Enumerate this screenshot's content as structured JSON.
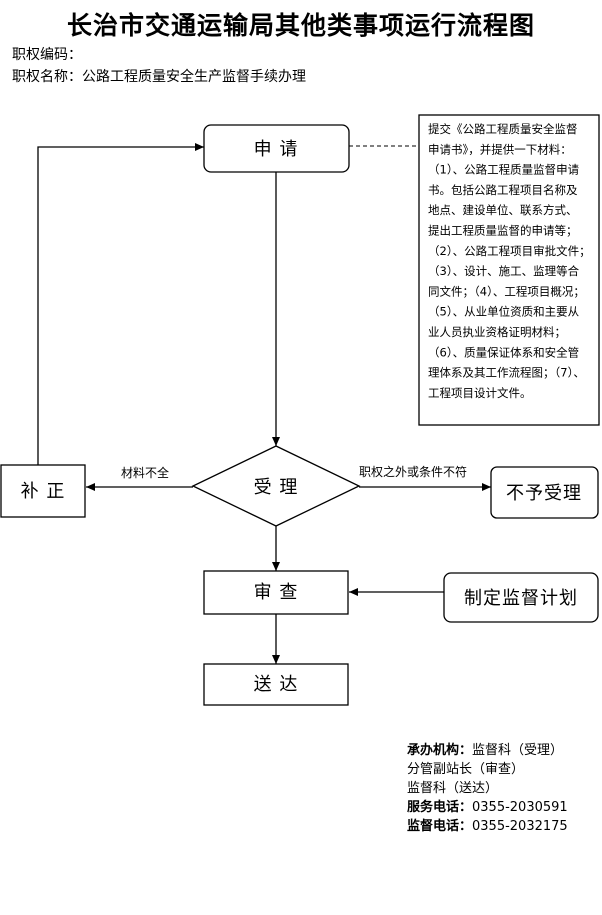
{
  "title": "长治市交通运输局其他类事项运行流程图",
  "meta": {
    "code_label": "职权编码：",
    "name_label": "职权名称：",
    "name_value": "公路工程质量安全生产监督手续办理"
  },
  "nodes": {
    "apply": "申  请",
    "accept": "受    理",
    "correct": "补    正",
    "reject": "不予受理",
    "review": "审    查",
    "plan": "制定监督计划",
    "deliver": "送    达"
  },
  "edge_labels": {
    "incomplete": "材料不全",
    "out_of_scope": "职权之外或条件不符"
  },
  "materials_note": [
    "提交《公路工程质量安全监督",
    "申请书》，并提供一下材料：",
    "（1）、公路工程质量监督申请",
    "书。包括公路工程项目名称及",
    "地点、建设单位、联系方式、",
    "提出工程质量监督的申请等；",
    "（2）、公路工程项目审批文件；",
    "（3）、设计、施工、监理等合",
    "同文件；（4）、工程项目概况；",
    "（5）、从业单位资质和主要从",
    "业人员执业资格证明材料；",
    "（6）、质量保证体系和安全管",
    "理体系及其工作流程图；（7）、",
    "工程项目设计文件。"
  ],
  "footer": {
    "dept_label": "承办机构：",
    "dept_value": "监督科（受理）",
    "line2": "分管副站长（审查）",
    "line3": "监督科（送达）",
    "service_label": "服务电话：",
    "service_phone": "0355-2030591",
    "supervise_label": "监督电话：",
    "supervise_phone": "0355-2032175"
  }
}
